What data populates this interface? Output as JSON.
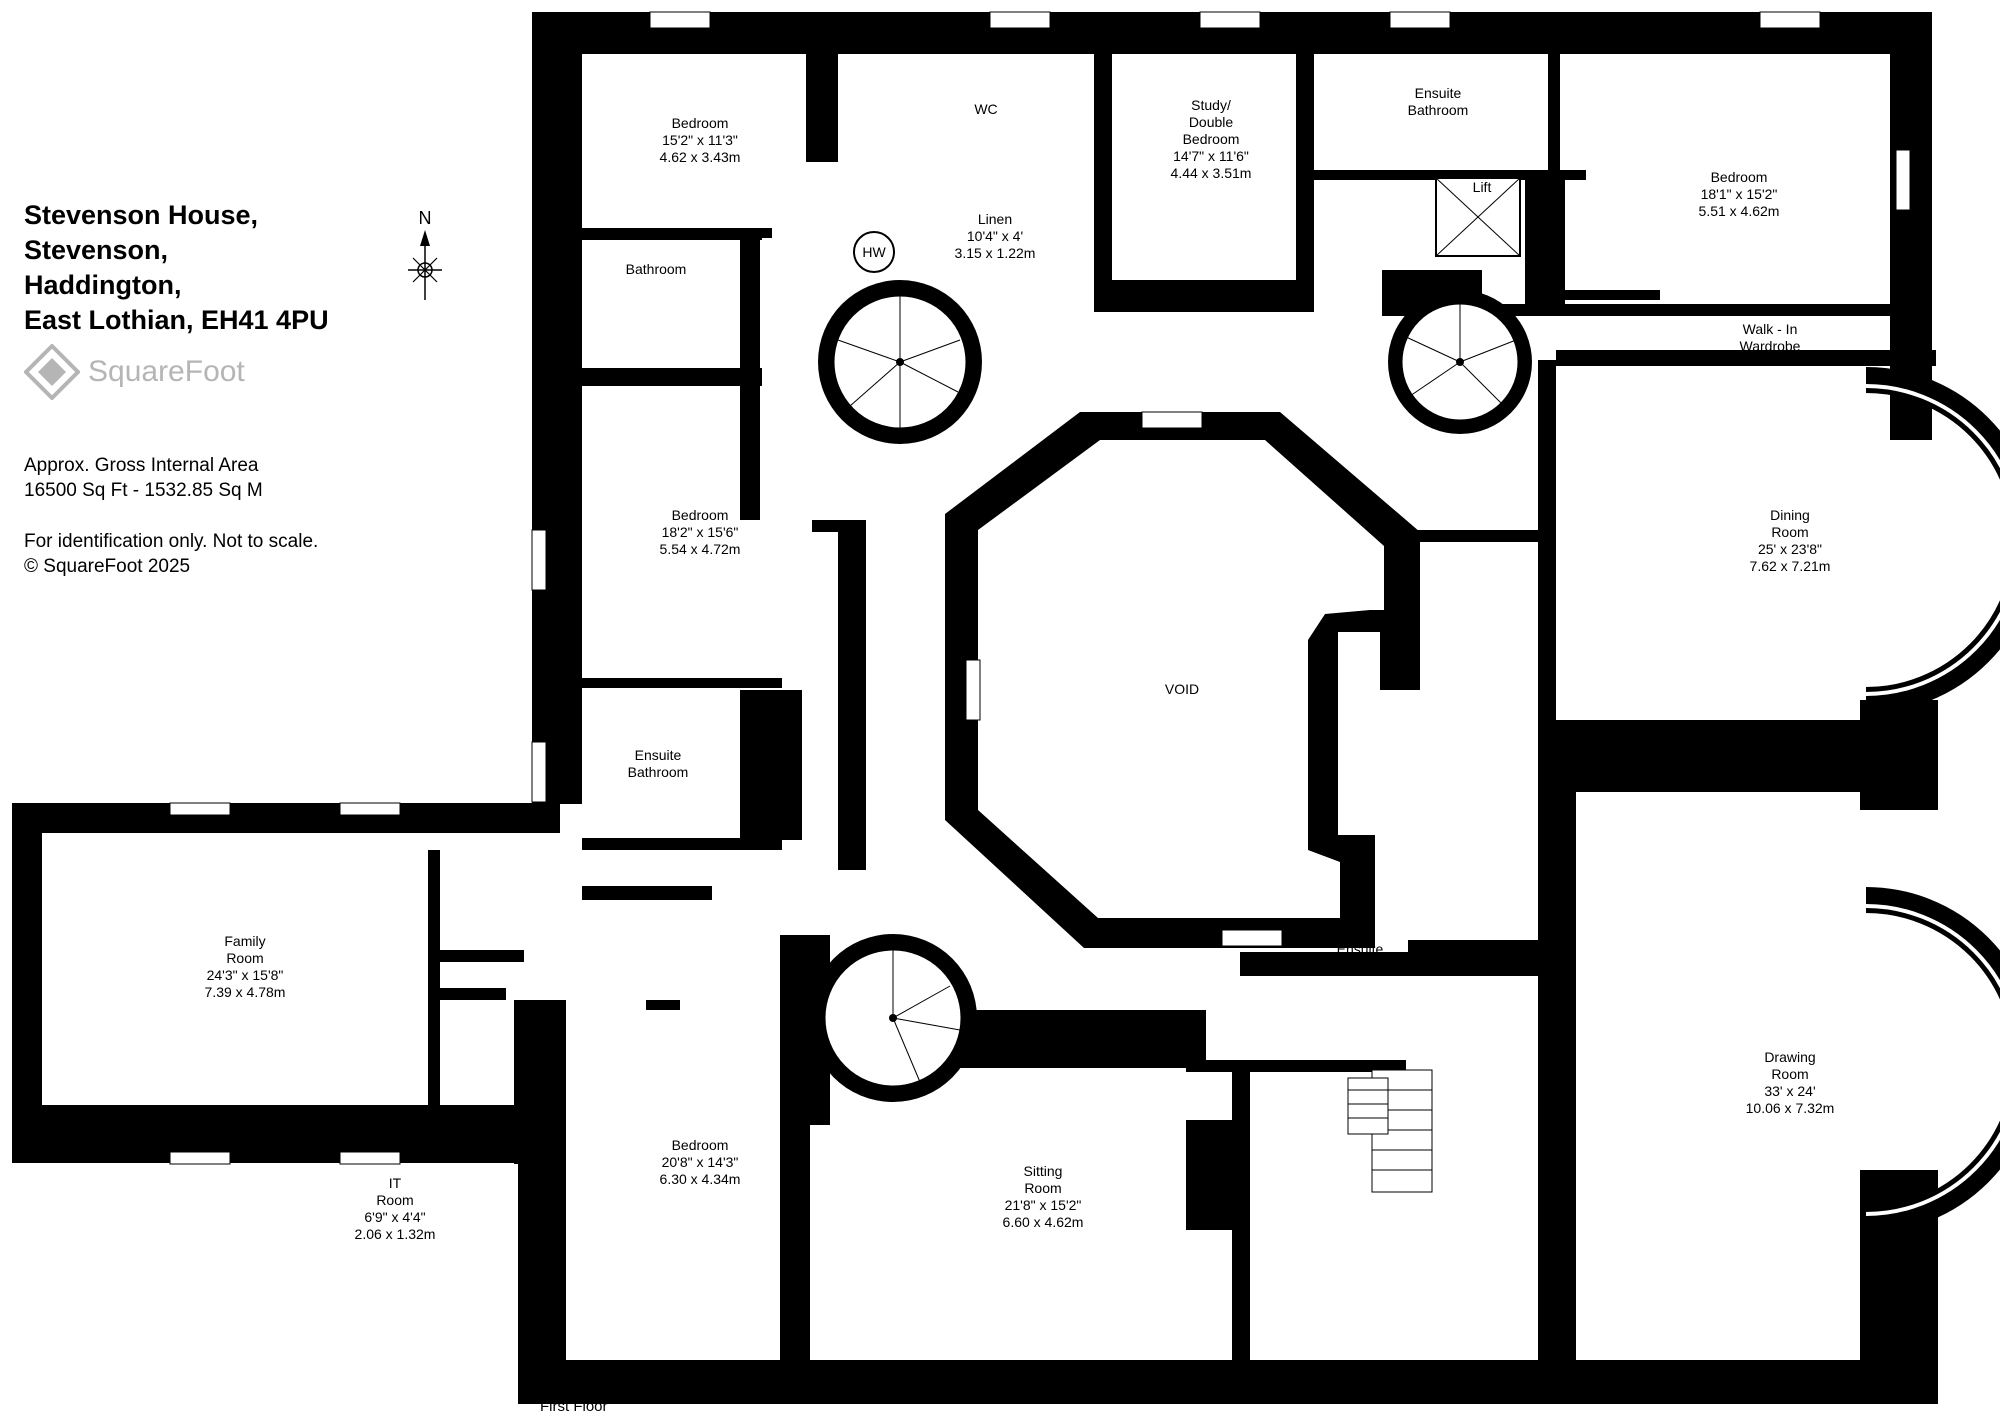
{
  "header": {
    "address_lines": "Stevenson House,\nStevenson,\nHaddington,\nEast Lothian, EH41 4PU",
    "logo_text": "SquareFoot",
    "area_title": "Approx. Gross Internal Area",
    "area_value": "16500 Sq Ft - 1532.85 Sq M",
    "disclaimer": "For identification only. Not to scale.",
    "copyright": "© SquareFoot 2025",
    "north": "N"
  },
  "floor_label": "First Floor",
  "rooms": [
    {
      "name": "Bedroom",
      "imperial": "15'2\" x 11'3\"",
      "metric": "4.62 x 3.43m"
    },
    {
      "name": "WC",
      "imperial": "",
      "metric": ""
    },
    {
      "name": "Study/\nDouble\nBedroom",
      "imperial": "14'7\" x 11'6\"",
      "metric": "4.44 x 3.51m"
    },
    {
      "name": "Ensuite\nBathroom",
      "imperial": "",
      "metric": ""
    },
    {
      "name": "Bedroom",
      "imperial": "18'1\" x 15'2\"",
      "metric": "5.51 x 4.62m"
    },
    {
      "name": "Linen",
      "imperial": "10'4\" x 4'",
      "metric": "3.15 x 1.22m"
    },
    {
      "name": "Lift",
      "imperial": "",
      "metric": ""
    },
    {
      "name": "Bathroom",
      "imperial": "",
      "metric": ""
    },
    {
      "name": "Walk - In\nWardrobe",
      "imperial": "",
      "metric": ""
    },
    {
      "name": "Bedroom",
      "imperial": "18'2\" x 15'6\"",
      "metric": "5.54 x 4.72m"
    },
    {
      "name": "Dining\nRoom",
      "imperial": "25' x 23'8\"",
      "metric": "7.62 x 7.21m"
    },
    {
      "name": "VOID",
      "imperial": "",
      "metric": ""
    },
    {
      "name": "Ensuite\nBathroom",
      "imperial": "",
      "metric": ""
    },
    {
      "name": "Family\nRoom",
      "imperial": "24'3\" x 15'8\"",
      "metric": "7.39 x 4.78m"
    },
    {
      "name": "Ensuite\nBathroom",
      "imperial": "",
      "metric": ""
    },
    {
      "name": "Drawing\nRoom",
      "imperial": "33' x 24'",
      "metric": "10.06 x 7.32m"
    },
    {
      "name": "Bedroom",
      "imperial": "20'8\" x 14'3\"",
      "metric": "6.30 x 4.34m"
    },
    {
      "name": "Sitting\nRoom",
      "imperial": "21'8\" x 15'2\"",
      "metric": "6.60 x 4.62m"
    },
    {
      "name": "IT\nRoom",
      "imperial": "6'9\" x 4'4\"",
      "metric": "2.06 x 1.32m"
    }
  ],
  "fixtures": {
    "hw": "HW"
  },
  "colors": {
    "wall": "#000000",
    "logo": "#b5b5b5"
  }
}
